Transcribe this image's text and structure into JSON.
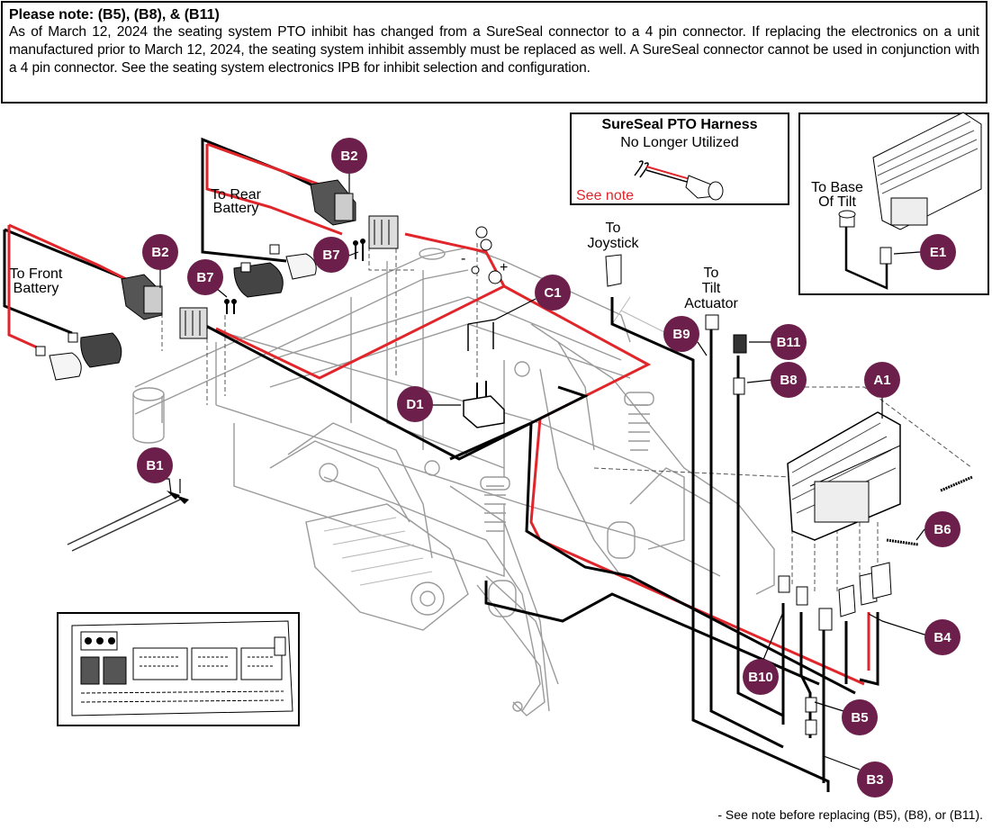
{
  "note": {
    "title": "Please note: (B5), (B8), & (B11)",
    "body": "As of March 12, 2024 the seating system PTO inhibit has changed from a SureSeal connector to a 4 pin connector. If replacing the electronics on a unit manufactured prior to March 12, 2024, the seating system inhibit assembly must be replaced as well. A SureSeal connector cannot be used in conjunction with a 4 pin connector. See the seating system electronics IPB for inhibit selection and configuration."
  },
  "inset_sureseal": {
    "title": "SureSeal PTO Harness",
    "subtitle": "No Longer Utilized",
    "see_note": "See note"
  },
  "inset_tilt": {
    "label_line1": "To Base",
    "label_line2": "Of Tilt"
  },
  "labels": {
    "rear_battery_1": "To Rear",
    "rear_battery_2": "Battery",
    "front_battery_1": "To Front",
    "front_battery_2": "Battery",
    "joystick_1": "To",
    "joystick_2": "Joystick",
    "tilt_1": "To",
    "tilt_2": "Tilt",
    "tilt_3": "Actuator"
  },
  "badges": [
    "B2",
    "B2",
    "B7",
    "B7",
    "C1",
    "D1",
    "B1",
    "A1",
    "B9",
    "B11",
    "B8",
    "E1",
    "B6",
    "B4",
    "B10",
    "B5",
    "B3"
  ],
  "footer": "- See note before replacing (B5), (B8), or (B11).",
  "colors": {
    "badge": "#6b1f4a",
    "red_cable": "#e0262b"
  }
}
